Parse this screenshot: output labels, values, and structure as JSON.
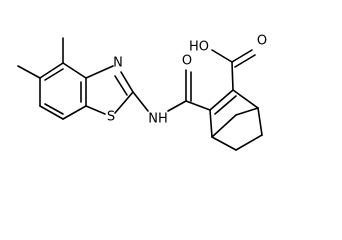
{
  "structure": {
    "atom_labels": {
      "ring_nitrogen": "N",
      "ring_sulfur": "S",
      "amide_nh": "NH",
      "amide_oxygen": "O",
      "acid_oxygen": "O",
      "acid_hydroxyl": "HO"
    },
    "bond_color": "#000000",
    "label_color": "#000000",
    "background": "#ffffff"
  }
}
